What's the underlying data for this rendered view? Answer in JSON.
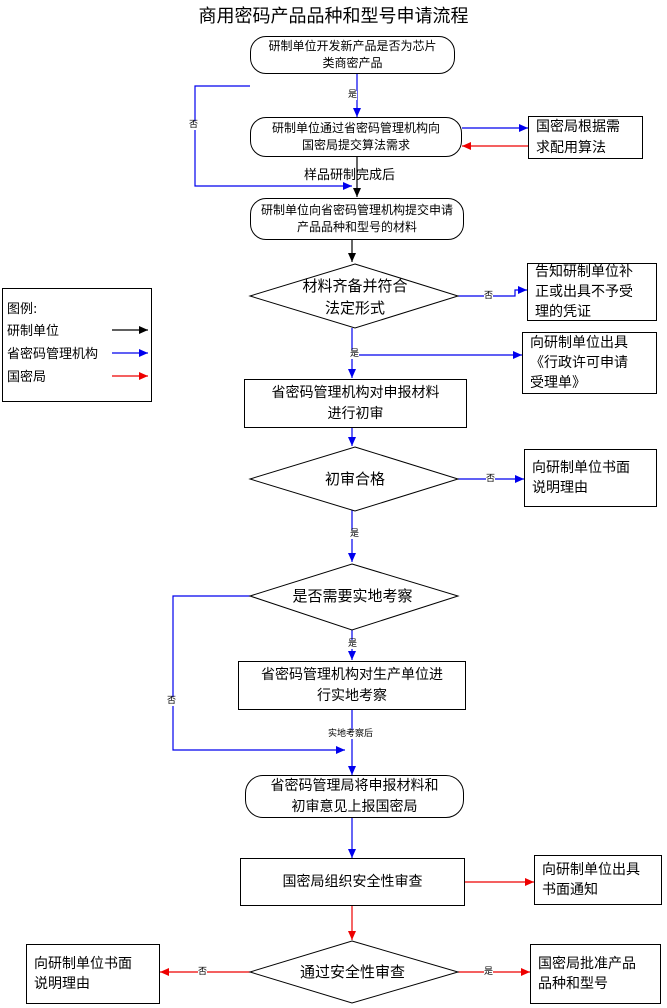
{
  "title": "商用密码产品品种和型号申请流程",
  "colors": {
    "unit": "#000000",
    "provincial": "#0000ee",
    "national": "#ee0000"
  },
  "nodes": {
    "start": "研制单位开发新产品是否为芯片\n类商密产品",
    "submit_algo": "研制单位通过省密码管理机构向\n国密局提交算法需求",
    "config_algo": "国密局根据需\n求配用算法",
    "submit_material": "研制单位向省密码管理机构提交申请\n产品品种和型号的材料",
    "d_complete": "材料齐备并符合\n法定形式",
    "notify_fix": "告知研制单位补\n正或出具不予受\n理的凭证",
    "accept_form": "向研制单位出具\n《行政许可申请\n受理单》",
    "first_review": "省密码管理机构对申报材料\n进行初审",
    "d_first_pass": "初审合格",
    "reason_1": "向研制单位书面\n说明理由",
    "d_site": "是否需要实地考察",
    "site_inspect": "省密码管理机构对生产单位进\n行实地考察",
    "report": "省密码管理局将申报材料和\n初审意见上报国密局",
    "security_review": "国密局组织安全性审查",
    "written_notice": "向研制单位出具\n书面通知",
    "d_security": "通过安全性审查",
    "reason_2": "向研制单位书面\n说明理由",
    "approve": "国密局批准产品\n品种和型号"
  },
  "notes": {
    "sample_done": "样品研制完成后"
  },
  "edge_labels": {
    "yes": "是",
    "no": "否",
    "after_site": "实地考察后"
  },
  "legend": {
    "title": "图例:",
    "items": [
      {
        "label": "研制单位",
        "color": "#000000"
      },
      {
        "label": "省密码管理机构",
        "color": "#0000ee"
      },
      {
        "label": "国密局",
        "color": "#ee0000"
      }
    ]
  }
}
